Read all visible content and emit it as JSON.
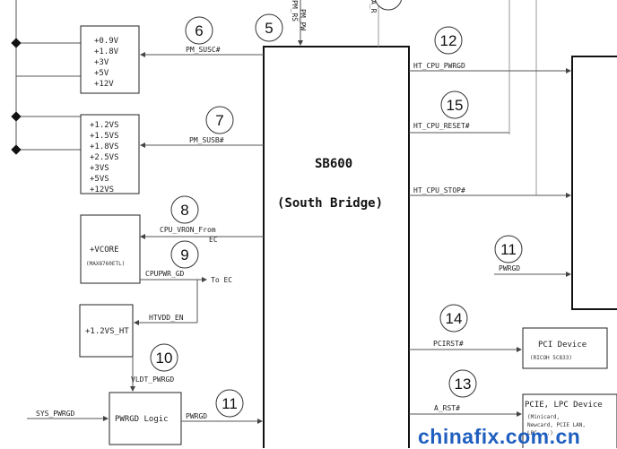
{
  "south_bridge": {
    "title": "SB600",
    "subtitle": "(South Bridge)"
  },
  "rails": {
    "susc": [
      "+0.9V",
      "+1.8V",
      "+3V",
      "+5V",
      "+12V"
    ],
    "susb": [
      "+1.2VS",
      "+1.5VS",
      "+1.8VS",
      "+2.5VS",
      "+3VS",
      "+5VS",
      "+12VS"
    ]
  },
  "vcore": {
    "label": "+VCORE",
    "part": "(MAX8760ETL)"
  },
  "ht_box": {
    "label": "+1.2VS_HT"
  },
  "pwrgd_logic": {
    "label": "PWRGD Logic"
  },
  "pci_device": {
    "label": "PCI Device",
    "part": "(RICOH 5C833)"
  },
  "pcie_device": {
    "label": "PCIE, LPC Device",
    "detail1": "(Minicard,",
    "detail2": "Newcard, PCIE LAN,",
    "detail3": "LPC ...)"
  },
  "signals": {
    "pm_susc": "PM_SUSC#",
    "pm_susb": "PM_SUSB#",
    "cpu_vron": "CPU_VRON_From",
    "cpu_vron_ec": "EC",
    "cpupwr_gd": "CPUPWR_GD",
    "to_ec": "To EC",
    "htvdd_en": "HTVDD_EN",
    "vldt_pwrgd": "VLDT_PWRGD",
    "sys_pwrgd": "SYS_PWRGD",
    "pwrgd_logic_out": "PWRGD",
    "ht_cpu_pwrgd": "HT_CPU_PWRGD",
    "ht_cpu_reset": "HT_CPU_RESET#",
    "ht_cpu_stop": "HT_CPU_STOP#",
    "pwrgd_right": "PWRGD",
    "pcirst": "PCIRST#",
    "a_rst": "A_RST#",
    "top_pm_rsmrst": "PM_RS",
    "top_pm_pwrbtn": "PM_PW",
    "top_a_r": "A_R"
  },
  "steps": {
    "s5": "5",
    "s6": "6",
    "s7": "7",
    "s8": "8",
    "s9": "9",
    "s10": "10",
    "s11a": "11",
    "s11b": "11",
    "s12": "12",
    "s13": "13",
    "s14": "14",
    "s15": "15"
  },
  "watermark": "chinafix.com.cn"
}
